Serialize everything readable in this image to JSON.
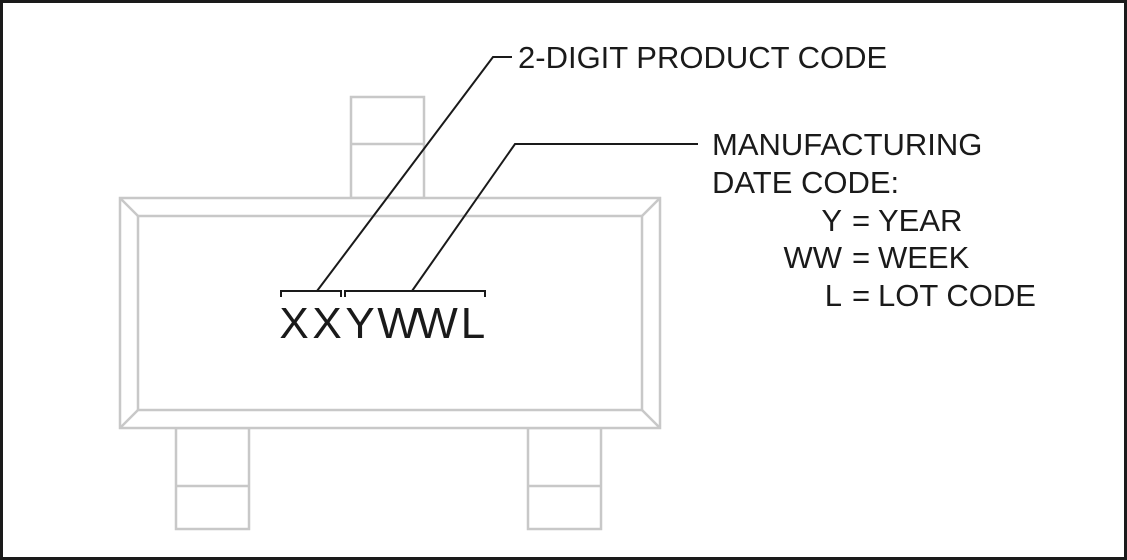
{
  "diagram": {
    "marking_chars": [
      "X",
      "X",
      "Y",
      "W",
      "W",
      "L"
    ],
    "product_code_label": "2-DIGIT PRODUCT CODE",
    "date_code": {
      "title_line1": "MANUFACTURING",
      "title_line2": "DATE CODE:",
      "legend": [
        {
          "key": "Y",
          "value": "YEAR"
        },
        {
          "key": "WW",
          "value": "WEEK"
        },
        {
          "key": "L",
          "value": "LOT CODE"
        }
      ]
    },
    "colors": {
      "border": "#1a1a1a",
      "package_outline": "#c8c8c8",
      "text": "#1a1a1a"
    }
  }
}
